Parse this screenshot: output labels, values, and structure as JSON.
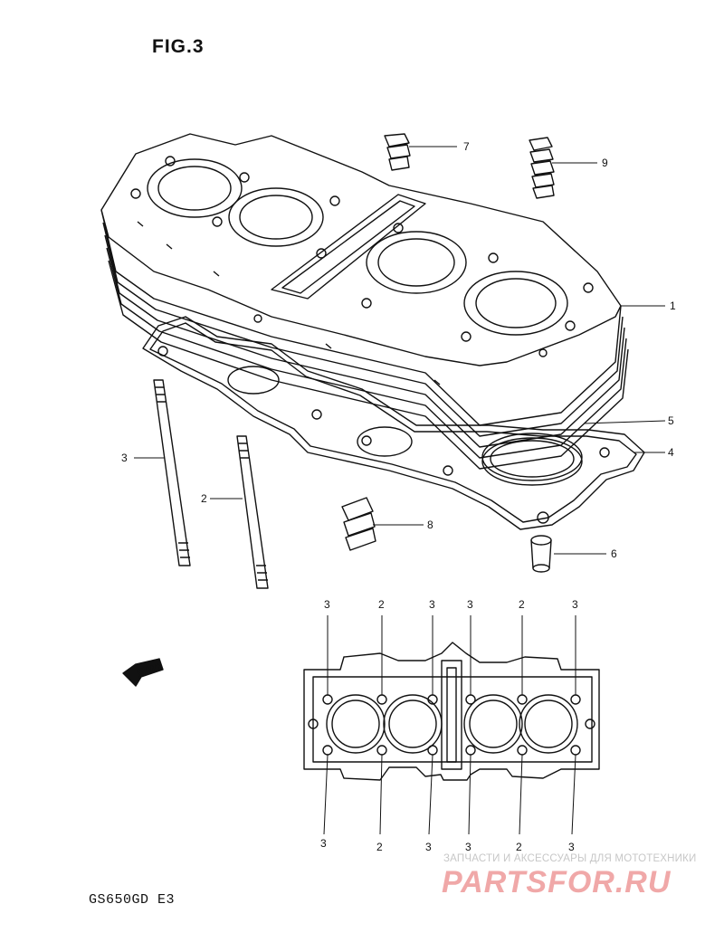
{
  "title": "FIG.3",
  "model_code": "GS650GD E3",
  "fwd_label": "FWD",
  "watermark": {
    "tagline": "ЗАПЧАСТИ И АКСЕССУАРЫ ДЛЯ МОТОТЕХНИКИ",
    "logo": "PARTSFOR.RU"
  },
  "callouts": [
    {
      "id": "part-1",
      "label": "1"
    },
    {
      "id": "part-2",
      "label": "2"
    },
    {
      "id": "part-3",
      "label": "3"
    },
    {
      "id": "part-4",
      "label": "4"
    },
    {
      "id": "part-5",
      "label": "5"
    },
    {
      "id": "part-6",
      "label": "6"
    },
    {
      "id": "part-7",
      "label": "7"
    },
    {
      "id": "part-8",
      "label": "8"
    },
    {
      "id": "part-9",
      "label": "9"
    }
  ],
  "bottom_view": {
    "top_labels": [
      "3",
      "2",
      "3",
      "3",
      "2",
      "3"
    ],
    "bottom_labels": [
      "3",
      "2",
      "3",
      "3",
      "2",
      "3"
    ]
  },
  "colors": {
    "ink": "#111111",
    "watermark_text": "#c7c7c7",
    "watermark_logo": "#f0a8a8"
  }
}
